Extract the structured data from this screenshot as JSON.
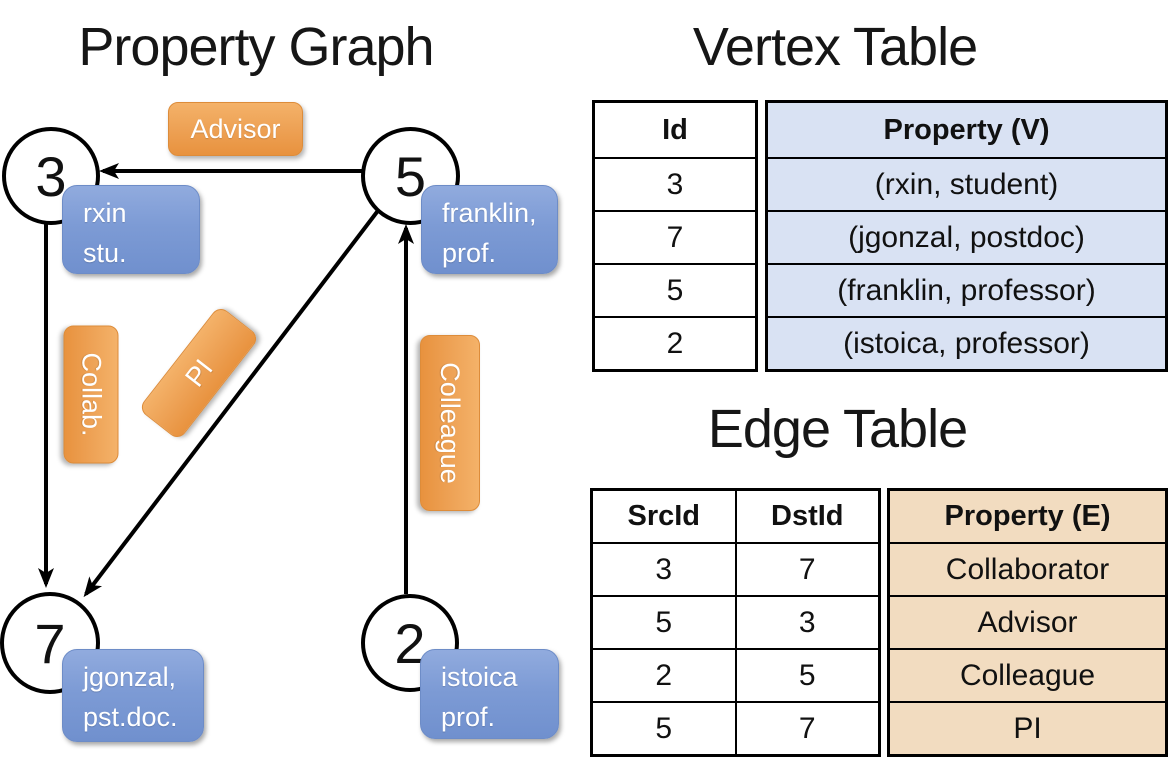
{
  "graph": {
    "title": "Property Graph",
    "nodes": [
      {
        "id": "3",
        "label_lines": [
          "rxin",
          "stu."
        ]
      },
      {
        "id": "5",
        "label_lines": [
          "franklin,",
          "prof."
        ]
      },
      {
        "id": "7",
        "label_lines": [
          "jgonzal,",
          "pst.doc."
        ]
      },
      {
        "id": "2",
        "label_lines": [
          "istoica",
          "prof."
        ]
      }
    ],
    "edges": [
      {
        "from": "5",
        "to": "3",
        "label": "Advisor"
      },
      {
        "from": "3",
        "to": "7",
        "label": "Collab."
      },
      {
        "from": "5",
        "to": "7",
        "label": "PI"
      },
      {
        "from": "2",
        "to": "5",
        "label": "Colleague"
      }
    ]
  },
  "vertex_table": {
    "title": "Vertex Table",
    "columns": [
      "Id",
      "Property (V)"
    ],
    "rows": [
      [
        "3",
        "(rxin, student)"
      ],
      [
        "7",
        "(jgonzal, postdoc)"
      ],
      [
        "5",
        "(franklin, professor)"
      ],
      [
        "2",
        "(istoica, professor)"
      ]
    ]
  },
  "edge_table": {
    "title": "Edge Table",
    "columns": [
      "SrcId",
      "DstId",
      "Property (E)"
    ],
    "rows": [
      [
        "3",
        "7",
        "Collaborator"
      ],
      [
        "5",
        "3",
        "Advisor"
      ],
      [
        "2",
        "5",
        "Colleague"
      ],
      [
        "5",
        "7",
        "PI"
      ]
    ]
  },
  "colors": {
    "edge_label_orange": "#eda053",
    "vertex_label_blue": "#7d9bd5",
    "vertex_cell_blue": "#d9e2f3",
    "edge_cell_tan": "#f2dcc0",
    "line_black": "#000000"
  }
}
